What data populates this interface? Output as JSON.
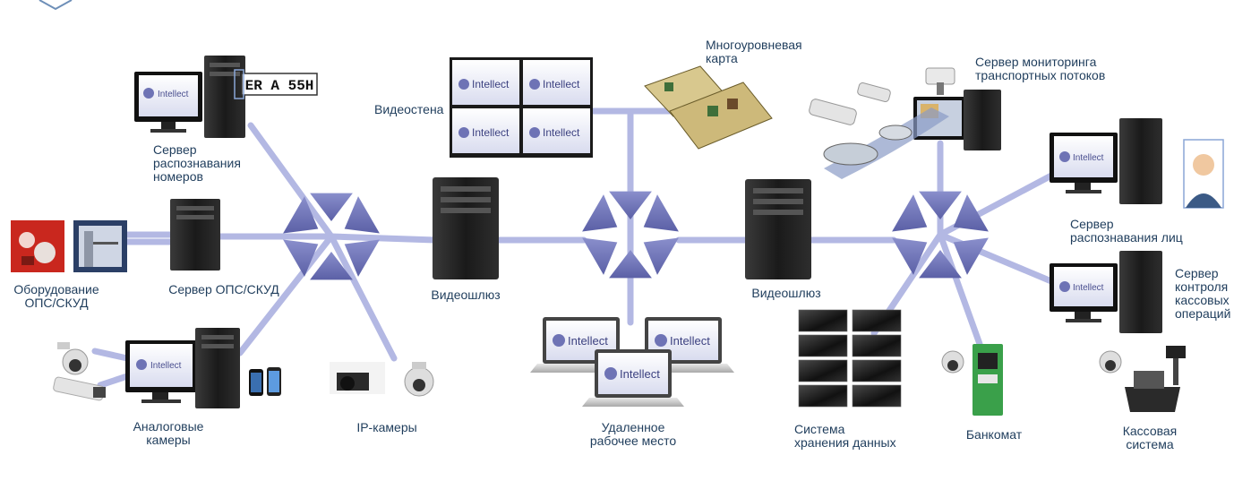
{
  "brand": {
    "product_name": "Intellect"
  },
  "colors": {
    "hub": "#6e73b5",
    "link": "#b3b8e3",
    "label": "#1f3d5c",
    "case": "#1b1b1b"
  },
  "plate": {
    "text": "ER A 55H"
  },
  "labels": {
    "plate_server": [
      "Сервер",
      "распознавания",
      "номеров"
    ],
    "ops_equipment": [
      "Оборудование",
      "ОПС/СКУД"
    ],
    "ops_server": [
      "Сервер ОПС/СКУД"
    ],
    "analog_cams": [
      "Аналоговые",
      "камеры"
    ],
    "ip_cams": [
      "IP-камеры"
    ],
    "videowall": [
      "Видеостена"
    ],
    "multilevel_map": [
      "Многоуровневая",
      "карта"
    ],
    "gateway_left": [
      "Видеошлюз"
    ],
    "gateway_right": [
      "Видеошлюз"
    ],
    "remote_ws": [
      "Удаленное",
      "рабочее место"
    ],
    "traffic_server": [
      "Сервер мониторинга",
      "транспортных потоков"
    ],
    "face_server": [
      "Сервер",
      "распознавания лиц"
    ],
    "pos_server": [
      "Сервер",
      "контроля",
      "кассовых",
      "операций"
    ],
    "storage": [
      "Система",
      "хранения данных"
    ],
    "atm": [
      "Банкомат"
    ],
    "cash_system": [
      "Кассовая",
      "система"
    ]
  }
}
